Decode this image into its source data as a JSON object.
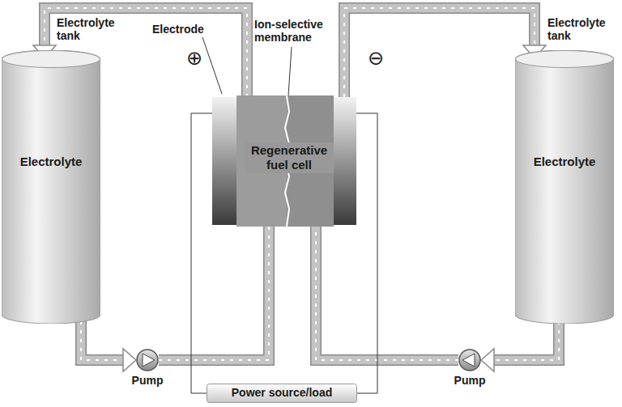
{
  "diagram": {
    "nodes": [
      {
        "text": [
          "Electrolyte"
        ]
      },
      {
        "text": [
          "Regenerative fuel cell"
        ]
      },
      {
        "text": [
          "Electrolyte"
        ]
      },
      {
        "text": [
          "Power source/load"
        ]
      },
      {
        "text": [
          "Pump"
        ]
      },
      {
        "text": [
          "Pump"
        ]
      }
    ],
    "edges": [
      {
        "from": 0,
        "to": 4,
        "arrow": "to"
      },
      {
        "from": 4,
        "to": 1,
        "arrow": "to"
      },
      {
        "from": 1,
        "to": 0,
        "arrow": "to"
      },
      {
        "from": 2,
        "to": 5,
        "arrow": "to"
      },
      {
        "from": 5,
        "to": 1,
        "arrow": "to"
      },
      {
        "from": 1,
        "to": 2,
        "arrow": "to"
      },
      {
        "from": 1,
        "to": 3,
        "arrow": "none"
      },
      {
        "from": 1,
        "to": 3,
        "arrow": "none"
      }
    ],
    "labels": [
      "Electrolyte tank",
      "Electrode",
      "Ion-selective membrane",
      "Electrolyte tank",
      "⊕",
      "⊖"
    ]
  }
}
